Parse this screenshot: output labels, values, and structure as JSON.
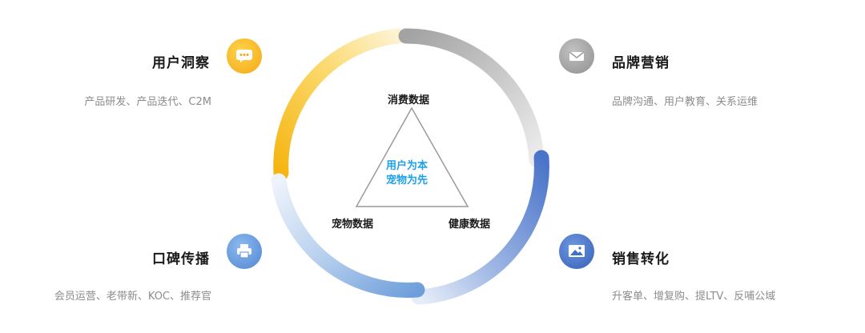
{
  "diagram": {
    "core": {
      "line1": "用户为本",
      "line2": "宠物为先"
    },
    "triangle_labels": {
      "top": "消费数据",
      "bottom_left": "宠物数据",
      "bottom_right": "健康数据"
    },
    "quadrants": {
      "top_left": {
        "title": "用户洞察",
        "subtitle": "产品研发、产品迭代、C2M",
        "icon": "chat-bubble-icon",
        "color": "#f6b81c"
      },
      "top_right": {
        "title": "品牌营销",
        "subtitle": "品牌沟通、用户教育、关系运维",
        "icon": "envelope-icon",
        "color": "#a9a9a9"
      },
      "bottom_left": {
        "title": "口碑传播",
        "subtitle": "会员运营、老带新、KOC、推荐官",
        "icon": "printer-icon",
        "color": "#5b93d6"
      },
      "bottom_right": {
        "title": "销售转化",
        "subtitle": "升客单、增复购、提LTV、反哺公域",
        "icon": "image-icon",
        "color": "#3f6fc7"
      }
    }
  }
}
